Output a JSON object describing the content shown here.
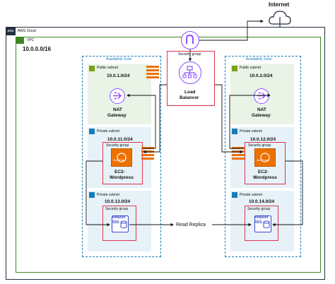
{
  "internet_label": "Internet",
  "aws_cloud_label": "AWS Cloud",
  "aws_cloud_tag": "aws",
  "vpc_label": "VPC",
  "vpc_cidr": "10.0.0.0/16",
  "load_balancer": {
    "security_group_label": "Security group",
    "label_line1": "Load",
    "label_line2": "Balancer"
  },
  "replica_label": "Read Replica",
  "zones": [
    {
      "az_label": "Availability Zone",
      "public_subnet_label": "Public subnet",
      "public_cidr": "10.0.1.0/24",
      "nat_label_line1": "NAT",
      "nat_label_line2": "Gateway",
      "app_subnet_label": "Private subnet",
      "app_cidr": "10.0.11.0/24",
      "app_sg_label": "Security group",
      "wp_logo_text": "WordPress",
      "ec2_label_line1": "EC2-",
      "ec2_label_line2": "Wordpress",
      "db_subnet_label": "Private subnet",
      "db_cidr": "10.0.13.0/24",
      "db_sg_label": "Security group",
      "rds_line1": "Amazon",
      "rds_line2": "RDS"
    },
    {
      "az_label": "Availability Zone",
      "public_subnet_label": "Public subnet",
      "public_cidr": "10.0.2.0/24",
      "nat_label_line1": "NAT",
      "nat_label_line2": "Gateway",
      "app_subnet_label": "Private subnet",
      "app_cidr": "10.0.12.0/24",
      "app_sg_label": "Security group",
      "wp_logo_text": "WordPress",
      "ec2_label_line1": "EC2-",
      "ec2_label_line2": "Wordpress",
      "db_subnet_label": "Private subnet",
      "db_cidr": "10.0.14.0/24",
      "db_sg_label": "Security group",
      "rds_line1": "Amazon",
      "rds_line2": "RDS"
    }
  ],
  "colors": {
    "aws_dark": "#232f3e",
    "vpc_green": "#3f8624",
    "az_blue": "#147eba",
    "public_fill": "#e9f3e6",
    "private_fill": "#e6f2f8",
    "security_red": "#dd344c",
    "nat_purple": "#8c4fff",
    "rds_blue": "#3b48cc",
    "ec2_orange": "#ed7100"
  },
  "icons": [
    "cloud-icon",
    "internet-gateway-icon",
    "load-balancer-icon",
    "nat-gateway-icon",
    "wordpress-icon",
    "rds-icon",
    "lock-icon"
  ]
}
